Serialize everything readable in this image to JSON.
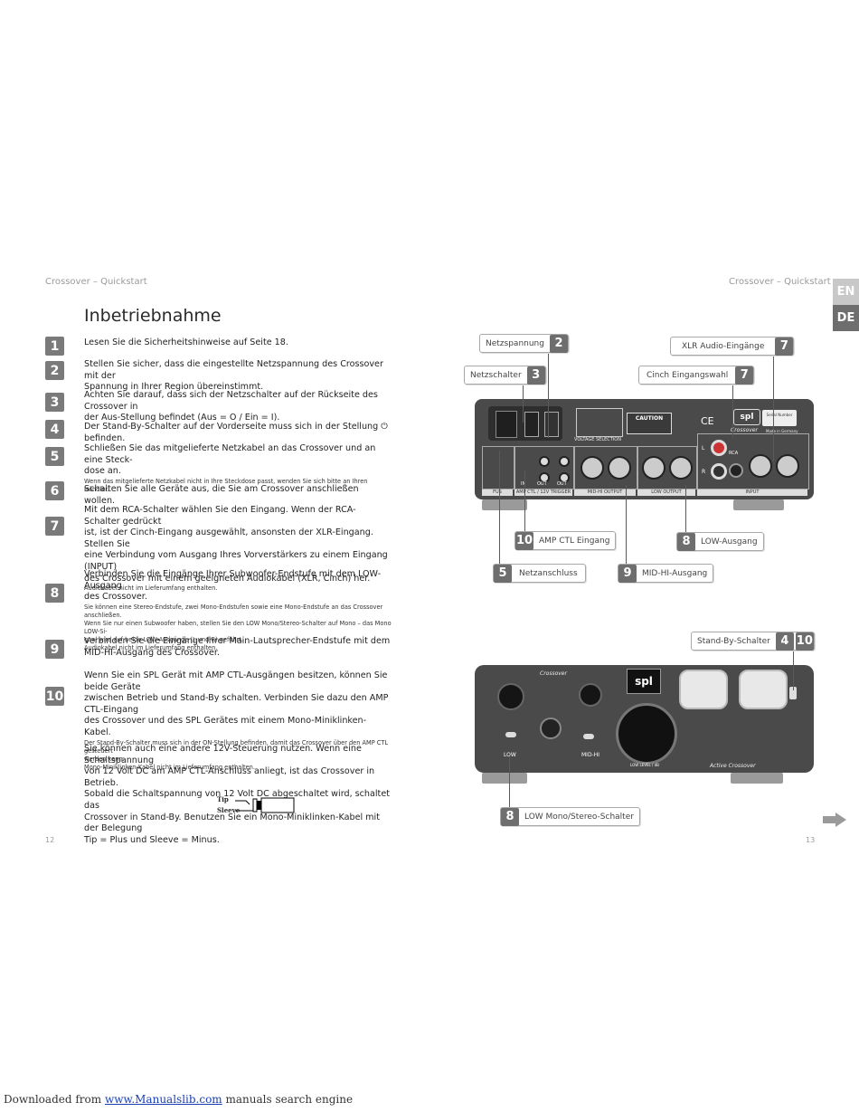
{
  "header": {
    "left": "Crossover – Quickstart",
    "right": "Crossover – Quickstart"
  },
  "lang_tabs": [
    {
      "label": "EN",
      "color": "#c8c8c8"
    },
    {
      "label": "DE",
      "color": "#6e6e6e"
    }
  ],
  "title": "Inbetriebnahme",
  "steps": [
    {
      "n": "1",
      "lines": [
        "Lesen Sie die Sicherheitshinweise auf Seite 18."
      ],
      "notes": []
    },
    {
      "n": "2",
      "lines": [
        "Stellen Sie sicher, dass die eingestellte Netzspannung des Crossover mit der",
        "Spannung in Ihrer Region übereinstimmt."
      ],
      "notes": []
    },
    {
      "n": "3",
      "lines": [
        "Achten Sie darauf, dass sich der Netzschalter auf der Rückseite des Crossover in",
        "der Aus-Stellung befindet (Aus = O / Ein = I)."
      ],
      "notes": []
    },
    {
      "n": "4",
      "lines": [
        "Der Stand-By-Schalter auf der Vorderseite muss sich in der Stellung ⏻ befinden."
      ],
      "notes": []
    },
    {
      "n": "5",
      "lines": [
        "Schließen Sie das mitgelieferte Netzkabel an das Crossover und an eine Steck-",
        "dose an."
      ],
      "notes": [
        "Wenn das mitgelieferte Netzkabel nicht in Ihre Steckdose passt, wenden Sie sich bitte an Ihren Händler."
      ]
    },
    {
      "n": "6",
      "lines": [
        "Schalten Sie alle Geräte aus, die Sie am Crossover anschließen wollen."
      ],
      "notes": []
    },
    {
      "n": "7",
      "lines": [
        "Mit dem RCA-Schalter wählen Sie den Eingang. Wenn der RCA-Schalter gedrückt",
        "ist, ist der Cinch-Eingang ausgewählt, ansonsten der XLR-Eingang. Stellen Sie",
        "eine Verbindung vom Ausgang Ihres Vorverstärkers zu einem Eingang (INPUT)",
        "des Crossover mit einem geeigneten Audiokabel (XLR, Cinch) her."
      ],
      "notes": [
        "Audiokabel nicht im Lieferumfang enthalten."
      ]
    },
    {
      "n": "8",
      "lines": [
        "Verbinden Sie die Eingänge Ihrer Subwoofer-Endstufe mit dem LOW-Ausgang",
        "des Crossover."
      ],
      "notes": [
        "Sie können eine Stereo-Endstufe, zwei Mono-Endstufen sowie eine Mono-Endstufe an das Crossover anschließen.",
        "Wenn Sie nur einen Subwoofer haben, stellen Sie den LOW Mono/Stereo-Schalter auf Mono – das Mono LOW-Si-",
        "gnal wird auf beide LOW-Ausgänge (L und R) geführt.",
        "Audiokabel nicht im Lieferumfang enthalten."
      ]
    },
    {
      "n": "9",
      "lines": [
        "Verbinden Sie die Eingänge Ihrer Main-Lautsprecher-Endstufe mit dem",
        "MID-HI-Ausgang des Crossover."
      ],
      "notes": []
    },
    {
      "n": "10",
      "lines": [
        "Wenn Sie ein SPL Gerät mit AMP CTL-Ausgängen besitzen, können Sie beide Geräte",
        "zwischen Betrieb und Stand-By schalten. Verbinden Sie dazu den AMP CTL-Eingang",
        "des Crossover und des SPL Gerätes mit einem Mono-Miniklinken-Kabel."
      ],
      "notes": [
        "Der Stand-By-Schalter muss sich in der ON-Stellung befinden, damit das Crossover über den AMP CTL gesteuert",
        "werden kann.",
        "Mono-Miniklinken-Kabel nicht im Lieferumfang enthalten."
      ]
    }
  ],
  "extra_lines": [
    "Sie können auch eine andere 12V-Steuerung nutzen. Wenn eine Schaltspannung",
    "von 12 Volt DC am AMP CTL-Anschluss anliegt, ist das Crossover in Betrieb.",
    "Sobald die Schaltspannung von 12 Volt DC abgeschaltet wird, schaltet das",
    "Crossover in Stand-By. Benutzen Sie ein Mono-Miniklinken-Kabel mit der Belegung",
    "Tip = Plus und Sleeve = Minus."
  ],
  "jack": {
    "tip": "Tip",
    "sleeve": "Sleeve"
  },
  "page_left": "12",
  "page_right": "13",
  "rear_callouts": {
    "netzspannung": {
      "label": "Netzspannung",
      "n": "2"
    },
    "netzschalter": {
      "label": "Netzschalter",
      "n": "3"
    },
    "xlr": {
      "label": "XLR Audio-Eingänge",
      "n": "7"
    },
    "cinch": {
      "label": "Cinch Eingangswahl",
      "n": "7"
    },
    "ampctl": {
      "label": "AMP CTL Eingang",
      "n": "10"
    },
    "low": {
      "label": "LOW-Ausgang",
      "n": "8"
    },
    "netzanschluss": {
      "label": "Netzanschluss",
      "n": "5"
    },
    "midhi": {
      "label": "MID-HI-Ausgang",
      "n": "9"
    }
  },
  "front_callouts": {
    "standby": {
      "label": "Stand-By-Schalter",
      "n1": "4",
      "n2": "10"
    },
    "lowmono": {
      "label": "LOW Mono/Stereo-Schalter",
      "n": "8"
    }
  },
  "rear_panel_labels": {
    "fus": "FUS",
    "amp_trigger": "AMP CTL / 12V TRIGGER",
    "midhi_output": "MID-HI OUTPUT",
    "low_output": "LOW OUTPUT",
    "input": "INPUT",
    "voltage": "VOLTAGE SELECTION",
    "caution": "CAUTION",
    "crossover": "Crossover",
    "made_in": "Made in Germany",
    "serial": "Serial Number",
    "rca": "RCA",
    "in": "IN",
    "out1": "OUT",
    "out2": "OUT",
    "L": "L",
    "R": "R"
  },
  "front_panel_labels": {
    "crossover": "Crossover",
    "low": "LOW",
    "midhi": "MID-HI",
    "lowlevel": "LOW LEVEL / dB",
    "active": "Active Crossover"
  },
  "footer": {
    "prefix": "Downloaded from ",
    "link": "www.Manualslib.com",
    "suffix": " manuals search engine"
  }
}
